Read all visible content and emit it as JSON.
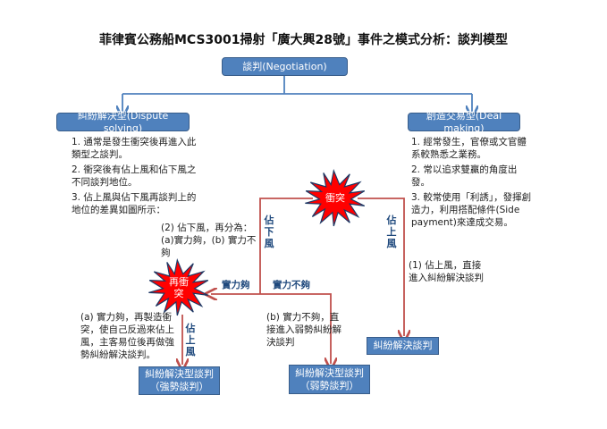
{
  "title": "菲律賓公務船MCS3001掃射「廣大興28號」事件之模式分析：談判模型",
  "root": "談判(Negotiation)",
  "left_branch": {
    "label": "糾紛解決型(Dispute solving)",
    "points": [
      "1. 通常是發生衝突後再進入此類型之談判。",
      "2. 衝突後有佔上風和佔下風之不同談判地位。",
      "3. 佔上風與佔下風再談判上的地位的差異如圖所示："
    ]
  },
  "right_branch": {
    "label": "創造交易型(Deal making)",
    "points": [
      "1. 經常發生，官僚或文官體系較熟悉之業務。",
      "2. 常以追求雙贏的角度出發。",
      "3. 較常使用「利誘」，發揮創造力，利用搭配條件(Side payment)來達成交易。"
    ]
  },
  "conflict": "衝突",
  "reconflict": "再衝突",
  "labels": {
    "disadvantage": "佔下風",
    "advantage_right": "佔上風",
    "advantage_left": "佔上風",
    "strong_enough": "實力夠",
    "not_strong_enough": "實力不夠"
  },
  "notes": {
    "n2": "(2) 佔下風，再分為：(a)實力夠，(b) 實力不夠",
    "n1": "(1) 佔上風，直接進入糾紛解決談判",
    "na": "(a) 實力夠，再製造衝突，使自己反過來佔上風，主客易位後再做強勢糾紛解決談判。",
    "nb": "(b) 實力不夠，直接進入弱勢糾紛解決談判"
  },
  "outcomes": {
    "right": "糾紛解決談判",
    "strong_line1": "糾紛解決型談判",
    "strong_line2": "（強勢談判）",
    "weak_line1": "糾紛解決型談判",
    "weak_line2": "（弱勢談判）"
  },
  "colors": {
    "box": "#4f81bd",
    "box_border": "#385d8a",
    "red_line": "#c0504d",
    "label": "#1f497d",
    "star": "#ff0000"
  }
}
